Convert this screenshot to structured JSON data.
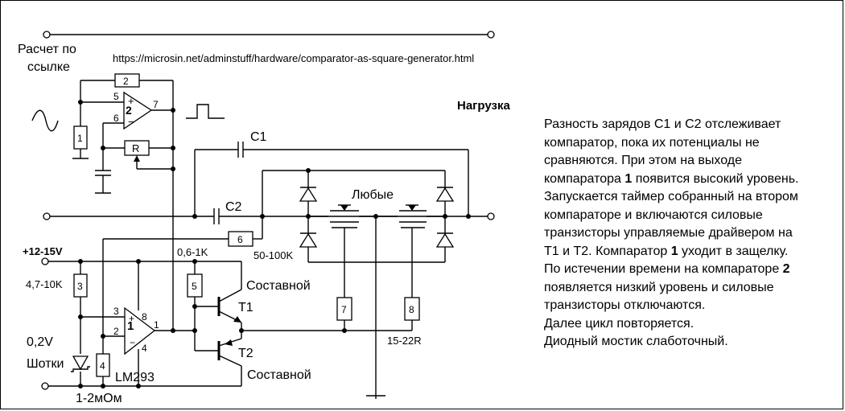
{
  "url": "https://microsin.net/adminstuff/hardware/comparator-as-square-generator.html",
  "calc_link_line1": "Расчет по",
  "calc_link_line2": "ссылке",
  "load_title": "Нагрузка",
  "labels": {
    "c1": "C1",
    "c2": "C2",
    "any": "Любые",
    "supply": "+12-15V",
    "r3_value": "4,7-10K",
    "r5_value": "0,6-1K",
    "r6_value": "50-100K",
    "r78_value": "15-22R",
    "diode_v": "0,2V",
    "schottky": "Шотки",
    "chip": "LM293",
    "r4_value": "1-2мОм",
    "composite_top": "Составной",
    "composite_bottom": "Составной",
    "t1": "T1",
    "t2": "T2",
    "comp1_id": "1",
    "comp2_id": "2"
  },
  "components": {
    "r1": "1",
    "r2": "2",
    "r3": "3",
    "r4": "4",
    "r5": "5",
    "r6": "6",
    "r7": "7",
    "r8": "8",
    "rr": "R"
  },
  "pins": {
    "c2_5": "5",
    "c2_6": "6",
    "c2_7": "7",
    "c1_3": "3",
    "c1_2": "2",
    "c1_8": "8",
    "c1_1": "1",
    "c1_4": "4"
  },
  "description": [
    "Разность зарядов С1 и С2 отслеживает",
    "компаратор, пока их потенциалы не",
    "сравняются. При этом  на выходе",
    "компаратора 1 появится высокий уровень.",
    "Запускается таймер собранный на втором",
    "компараторе и  включаются силовые",
    "транзисторы управляемые драйвером на",
    "Т1 и Т2.  Компаратор  1 уходит в защелку.",
    "По истечении времени на компараторе 2",
    "появляется низкий уровень и силовые",
    "транзисторы отключаются.",
    "Далее цикл повторяется.",
    "Диодный мостик слаботочный."
  ]
}
